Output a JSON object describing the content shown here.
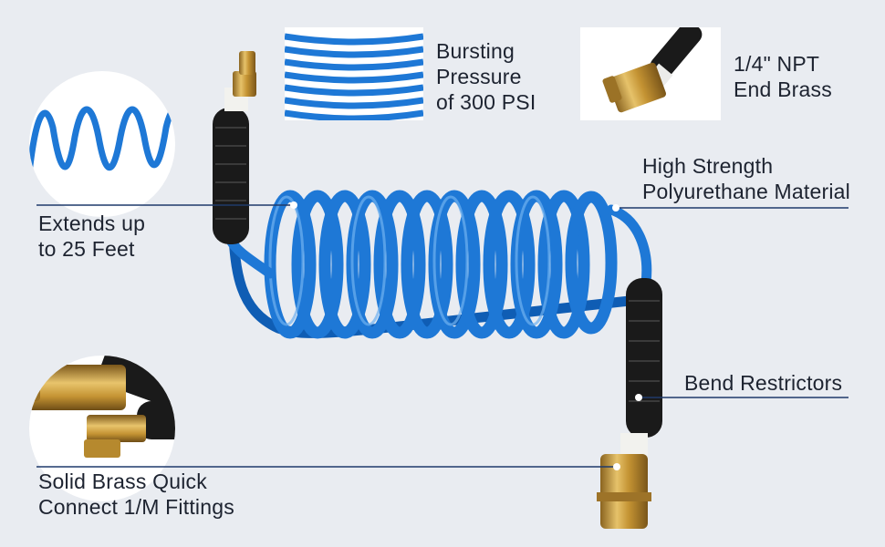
{
  "callouts": {
    "bursting": {
      "line1": "Bursting",
      "line2": "Pressure",
      "line3": "of 300 PSI"
    },
    "npt": {
      "line1": "1/4\" NPT",
      "line2": "End Brass"
    },
    "strength": {
      "line1": "High Strength",
      "line2": "Polyurethane Material"
    },
    "extends": {
      "line1": "Extends up",
      "line2": "to 25 Feet"
    },
    "bend": {
      "line1": "Bend Restrictors"
    },
    "brass": {
      "line1": "Solid Brass Quick",
      "line2": "Connect 1/M Fittings"
    }
  },
  "colors": {
    "background": "#e9ecf1",
    "hose_blue": "#1e78d6",
    "callout_line": "#1f3a6b",
    "brass": "#c99a3c",
    "sleeve": "#1a1a1a"
  },
  "icons": [
    "coil-detail-icon",
    "brass-fitting-detail-icon",
    "quick-connect-detail-icon",
    "stretched-coil-detail-icon"
  ]
}
